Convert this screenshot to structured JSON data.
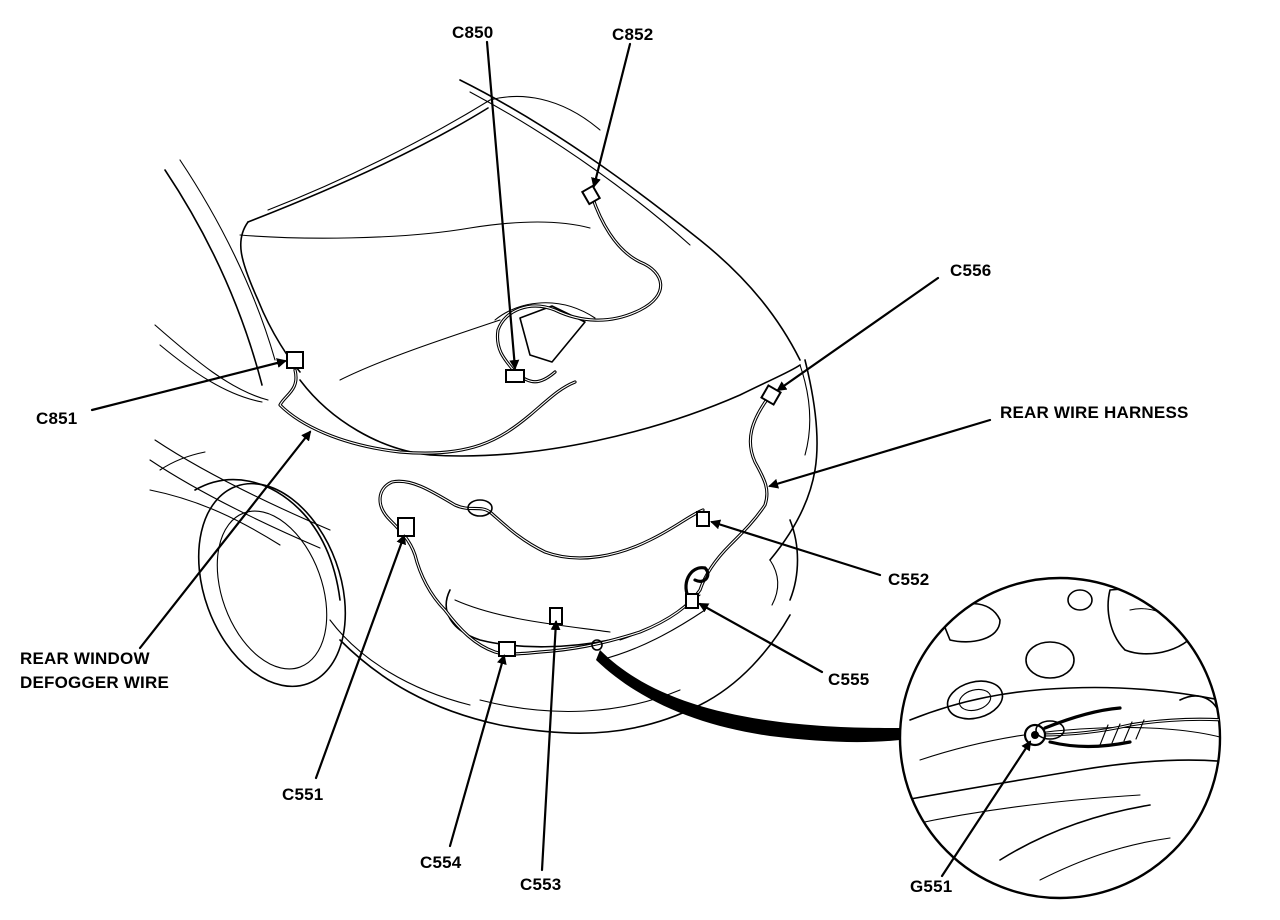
{
  "labels": {
    "c850": "C850",
    "c852": "C852",
    "c556": "C556",
    "c851": "C851",
    "rear_wire_harness": "REAR WIRE HARNESS",
    "c552": "C552",
    "rear_window_defogger_line1": "REAR WINDOW",
    "rear_window_defogger_line2": "DEFOGGER WIRE",
    "c555": "C555",
    "c551": "C551",
    "c554": "C554",
    "c553": "C553",
    "g551": "G551"
  }
}
